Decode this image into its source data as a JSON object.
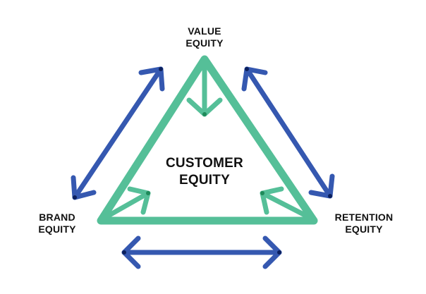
{
  "colors": {
    "triangle": "#55bf98",
    "arrow_blue": "#3558b0",
    "arrow_head_blue": "#0b1f5c",
    "arrow_head_green": "#1f8a5a",
    "text": "#111111",
    "background": "#ffffff"
  },
  "labels": {
    "value": {
      "line1": "VALUE",
      "line2": "EQUITY"
    },
    "brand": {
      "line1": "BRAND",
      "line2": "EQUITY"
    },
    "retention": {
      "line1": "RETENTION",
      "line2": "EQUITY"
    },
    "center": {
      "line1": "CUSTOMER",
      "line2": "EQUITY"
    }
  },
  "icons": {
    "outer_arrows": "double-headed-arrow",
    "inner_arrows": "inward-arrow"
  }
}
